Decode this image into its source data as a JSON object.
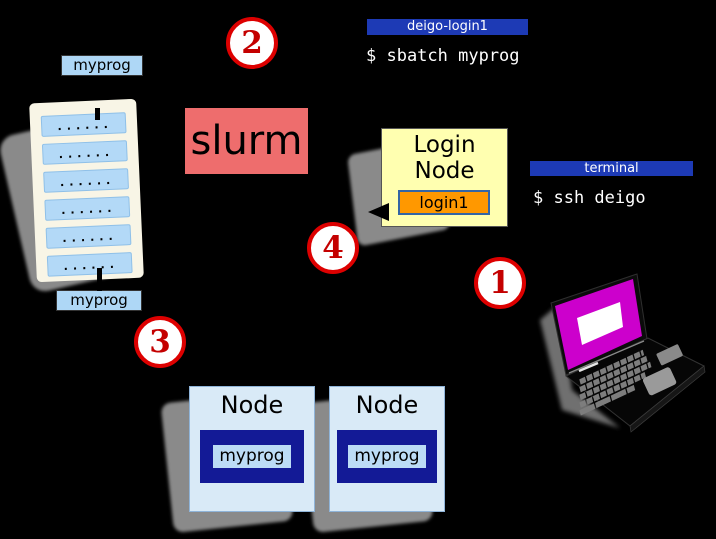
{
  "steps": [
    {
      "number": "1"
    },
    {
      "number": "2"
    },
    {
      "number": "3"
    },
    {
      "number": "4"
    }
  ],
  "sessions": {
    "remote": {
      "title": "deigo-login1",
      "command": "$ sbatch myprog"
    },
    "local": {
      "title": "terminal",
      "command": "$ ssh deigo"
    }
  },
  "script_chips": {
    "top": "myprog",
    "bottom": "myprog"
  },
  "scheduler": {
    "label": "slurm"
  },
  "queue_rows": [
    "......",
    "......",
    "......",
    "......",
    "......",
    "......"
  ],
  "login_node": {
    "title": "Login Node",
    "host": "login1"
  },
  "compute_nodes": [
    {
      "title": "Node",
      "job": "myprog"
    },
    {
      "title": "Node",
      "job": "myprog"
    }
  ],
  "colors": {
    "background": "#000000",
    "step_red": "#dd0000",
    "terminal_bar_blue": "#1d3ab5",
    "navy_job_box": "#131a96",
    "node_fill": "#d9eaf7",
    "chip_blue": "#aed7f6",
    "scheduler_salmon": "#ee6d6d",
    "login_yellow": "#ffffb0",
    "host_orange": "#ff9800",
    "host_border_blue": "#3465a4",
    "laptop_magenta": "#cc00cc",
    "paper_cream": "#f8f5e6",
    "shadow_gray": "#8a8a8a"
  }
}
